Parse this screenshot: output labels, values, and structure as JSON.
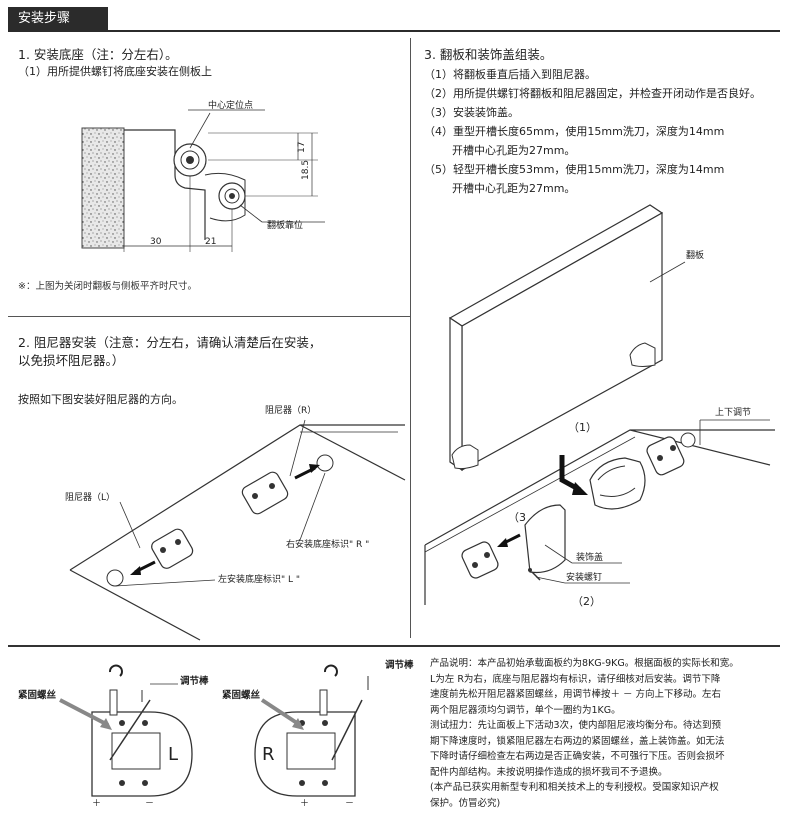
{
  "header": {
    "title": "安装步骤"
  },
  "section1": {
    "heading": "1. 安装底座（注：分左右）。",
    "step1": "（1）用所提供螺钉将底座安装在侧板上",
    "labels": {
      "center": "中心定位点",
      "flap": "翻板靠位",
      "d17": "17",
      "d185": "18.5",
      "d30": "30",
      "d21": "21"
    },
    "note": "※：上图为关闭时翻板与侧板平齐时尺寸。"
  },
  "section2": {
    "heading_line1": "2. 阻尼器安装（注意：分左右，请确认清楚后在安装，",
    "heading_line2": "以免损坏阻尼器。）",
    "instruction": "按照如下图安装好阻尼器的方向。",
    "labels": {
      "damper_r": "阻尼器（R）",
      "damper_l": "阻尼器（L）",
      "mark_r": "右安装底座标识\" R \"",
      "mark_l": "左安装底座标识\" L \""
    }
  },
  "section3": {
    "heading": "3. 翻板和装饰盖组装。",
    "lines": [
      "（1）将翻板垂直后插入到阻尼器。",
      "（2）用所提供螺钉将翻板和阻尼器固定，并检查开闭动作是否良好。",
      "（3）安装装饰盖。",
      "（4）重型开槽长度65mm，使用15mm洗刀，深度为14mm",
      "开槽中心孔距为27mm。",
      "（5）轻型开槽长度53mm，使用15mm洗刀，深度为14mm",
      "开槽中心孔距为27mm。"
    ],
    "labels": {
      "flap": "翻板",
      "updown": "上下调节",
      "s1": "（1）",
      "s2": "（2）",
      "s3": "（3",
      "cover": "装饰盖",
      "screw": "安装螺钉"
    }
  },
  "bottom": {
    "labels": {
      "rod": "调节棒",
      "tight": "紧固螺丝",
      "L": "L",
      "R": "R"
    },
    "paragraph": [
      "产品说明：本产品初始承载面板约为8KG-9KG。根据面板的实际长和宽。",
      "L为左 R为右，底座与阻尼器均有标识，请仔细核对后安装。调节下降",
      "速度前先松开阻尼器紧固螺丝，用调节棒按＋ － 方向上下移动。左右",
      "两个阻尼器须均匀调节，单个一圈约为1KG。",
      "测试扭力：先让面板上下活动3次，使内部阻尼液均衡分布。待达到预",
      "期下降速度时，锁紧阻尼器左右两边的紧固螺丝，盖上装饰盖。如无法",
      "下降时请仔细检查左右两边是否正确安装，不可强行下压。否则会损坏",
      "配件内部结构。未按说明操作造成的损坏我司不予退换。",
      "(本产品已获实用新型专利和相关技术上的专利授权。受国家知识产权",
      "保护。仿冒必究)"
    ]
  }
}
